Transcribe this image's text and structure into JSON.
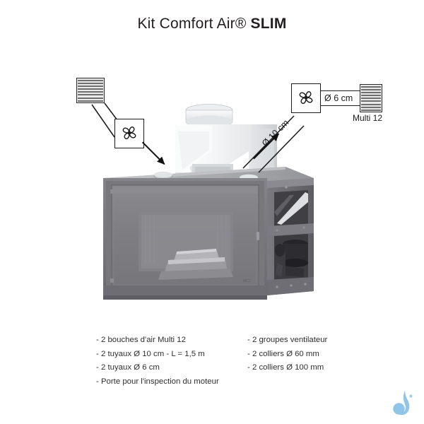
{
  "page": {
    "title_normal": "Kit Comfort Air® ",
    "title_bold": "SLIM"
  },
  "diagram": {
    "left_outlet": {
      "fan_icon": "fan-icon",
      "grille_label": ""
    },
    "right_outlet": {
      "fan_icon": "fan-icon",
      "pipe_label": "Ø 6 cm",
      "grille_label": "Multi 12"
    },
    "duct_label": "Ø 10 cm"
  },
  "legend": {
    "left_items": [
      "- 2 bouches d'air Multi 12",
      "- 2 tuyaux Ø 10 cm - L = 1,5 m",
      "- 2 tuyaux Ø 6 cm",
      "- Porte pour l'inspection du moteur"
    ],
    "right_items": [
      "- 2 groupes ventilateur",
      "- 2 colliers Ø 60 mm",
      "- 2 colliers Ø 100 mm"
    ]
  },
  "branding": {
    "logo_icon": "flame-droplet-logo",
    "logo_color": "#8ec5e8"
  },
  "colors": {
    "background": "#ffffff",
    "title": "#231f20",
    "line": "#1a1a1a",
    "legend_text": "#2f2f2f",
    "stove_body": "#7c7c80",
    "stove_dark": "#5e5e62",
    "hopper_white": "#f2f3f4"
  }
}
